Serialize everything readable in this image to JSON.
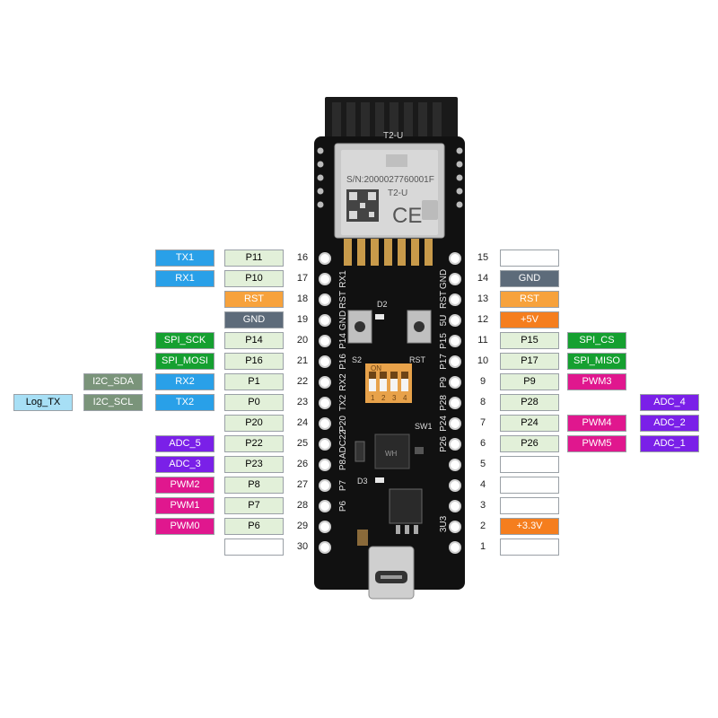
{
  "colors": {
    "pin": "#e2f0d9",
    "blue": "#29a0e8",
    "orange": "#f7a23c",
    "gray": "#5d6b7a",
    "green": "#15a030",
    "sage": "#7a947a",
    "magenta": "#e0178e",
    "purple": "#7a20e8",
    "lightblue": "#a7dff5",
    "red": "#f57e1e",
    "empty": "#ffffff"
  },
  "board": {
    "module_name": "T2-U",
    "serial": "S/N:2000027760001F",
    "module_model": "T2-U",
    "ce_mark": "CE",
    "switch_sw1": "SW1",
    "switch_s2": "S2",
    "switch_rst": "RST",
    "dip_on": "ON",
    "dip_numbers": [
      "1",
      "2",
      "3",
      "4"
    ],
    "led_d2": "D2",
    "led_d3": "D3",
    "chip_text": "WH",
    "left_silk": [
      "RX1",
      "RST",
      "GND",
      "P14",
      "P16",
      "RX2",
      "TX2",
      "P20",
      "ADC22",
      "P8",
      "P7",
      "P6"
    ],
    "right_silk": [
      "GND",
      "RST",
      "5U",
      "P15",
      "P17",
      "P9",
      "P28",
      "P24",
      "P26",
      "3U3"
    ]
  },
  "left_rows": [
    {
      "num": "16",
      "pin": "P11",
      "f1": {
        "text": "TX1",
        "color": "blue"
      }
    },
    {
      "num": "17",
      "pin": "P10",
      "f1": {
        "text": "RX1",
        "color": "blue"
      }
    },
    {
      "num": "18",
      "pin": "RST",
      "pin_color": "orange"
    },
    {
      "num": "19",
      "pin": "GND",
      "pin_color": "gray"
    },
    {
      "num": "20",
      "pin": "P14",
      "f1": {
        "text": "SPI_SCK",
        "color": "green"
      }
    },
    {
      "num": "21",
      "pin": "P16",
      "f1": {
        "text": "SPI_MOSI",
        "color": "green"
      }
    },
    {
      "num": "22",
      "pin": "P1",
      "f1": {
        "text": "RX2",
        "color": "blue"
      },
      "f2": {
        "text": "I2C_SDA",
        "color": "sage"
      }
    },
    {
      "num": "23",
      "pin": "P0",
      "f1": {
        "text": "TX2",
        "color": "blue"
      },
      "f2": {
        "text": "I2C_SCL",
        "color": "sage"
      },
      "f3": {
        "text": "Log_TX",
        "color": "lightblue"
      }
    },
    {
      "num": "24",
      "pin": "P20"
    },
    {
      "num": "25",
      "pin": "P22",
      "f1": {
        "text": "ADC_5",
        "color": "purple"
      }
    },
    {
      "num": "26",
      "pin": "P23",
      "f1": {
        "text": "ADC_3",
        "color": "purple"
      }
    },
    {
      "num": "27",
      "pin": "P8",
      "f1": {
        "text": "PWM2",
        "color": "magenta"
      }
    },
    {
      "num": "28",
      "pin": "P7",
      "f1": {
        "text": "PWM1",
        "color": "magenta"
      }
    },
    {
      "num": "29",
      "pin": "P6",
      "f1": {
        "text": "PWM0",
        "color": "magenta"
      }
    },
    {
      "num": "30",
      "pin": "",
      "pin_color": "empty"
    }
  ],
  "right_rows": [
    {
      "num": "15",
      "pin": "",
      "pin_color": "empty"
    },
    {
      "num": "14",
      "pin": "GND",
      "pin_color": "gray"
    },
    {
      "num": "13",
      "pin": "RST",
      "pin_color": "orange"
    },
    {
      "num": "12",
      "pin": "+5V",
      "pin_color": "red"
    },
    {
      "num": "11",
      "pin": "P15",
      "f1": {
        "text": "SPI_CS",
        "color": "green"
      }
    },
    {
      "num": "10",
      "pin": "P17",
      "f1": {
        "text": "SPI_MISO",
        "color": "green"
      }
    },
    {
      "num": "9",
      "pin": "P9",
      "f1": {
        "text": "PWM3",
        "color": "magenta"
      }
    },
    {
      "num": "8",
      "pin": "P28",
      "f2": {
        "text": "ADC_4",
        "color": "purple"
      }
    },
    {
      "num": "7",
      "pin": "P24",
      "f1": {
        "text": "PWM4",
        "color": "magenta"
      },
      "f2": {
        "text": "ADC_2",
        "color": "purple"
      }
    },
    {
      "num": "6",
      "pin": "P26",
      "f1": {
        "text": "PWM5",
        "color": "magenta"
      },
      "f2": {
        "text": "ADC_1",
        "color": "purple"
      }
    },
    {
      "num": "5",
      "pin": "",
      "pin_color": "empty"
    },
    {
      "num": "4",
      "pin": "",
      "pin_color": "empty"
    },
    {
      "num": "3",
      "pin": "",
      "pin_color": "empty"
    },
    {
      "num": "2",
      "pin": "+3.3V",
      "pin_color": "red"
    },
    {
      "num": "1",
      "pin": "",
      "pin_color": "empty"
    }
  ]
}
